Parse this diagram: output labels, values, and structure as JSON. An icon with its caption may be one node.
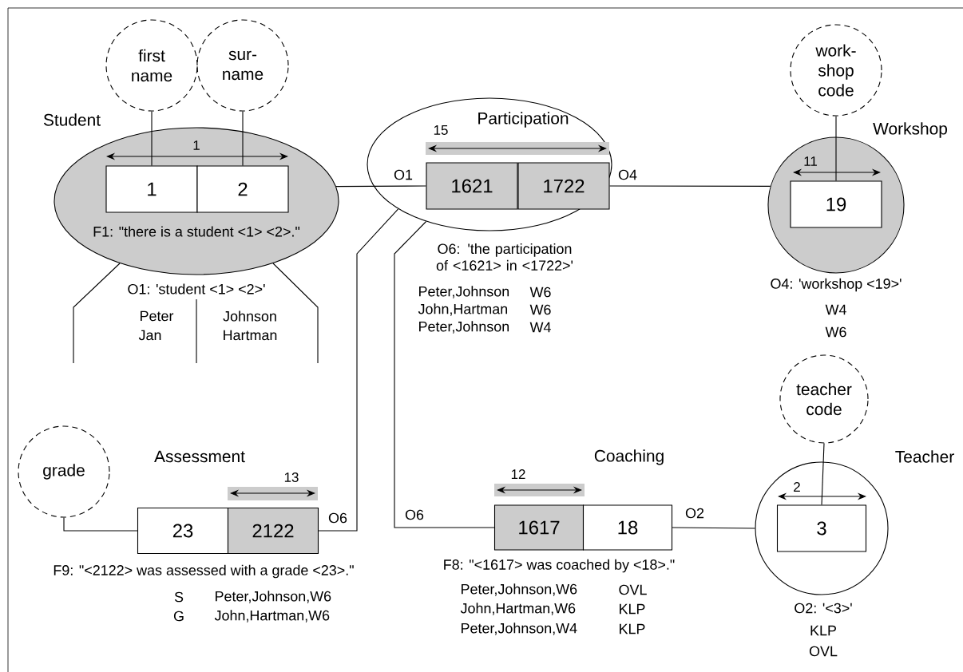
{
  "diagram": {
    "nodes": [
      {
        "text": [
          "Student",
          "F1: \"there is a student <1> <2>.\""
        ],
        "beside": [
          "O1: 'student <1> <2>'"
        ]
      },
      {
        "text": [
          "1"
        ],
        "in": 0
      },
      {
        "text": [
          "2"
        ],
        "in": 0
      },
      {
        "text": [
          "first name"
        ]
      },
      {
        "text": [
          "sur- name"
        ]
      },
      {
        "text": [
          "Participation"
        ],
        "beside": [
          "O6: 'the participation of <1621> in <1722>'"
        ]
      },
      {
        "text": [
          "1621"
        ],
        "in": 5
      },
      {
        "text": [
          "1722"
        ],
        "in": 5
      },
      {
        "text": [
          "Workshop"
        ],
        "beside": [
          "O4: 'workshop <19>'"
        ]
      },
      {
        "text": [
          "19"
        ],
        "in": 8
      },
      {
        "text": [
          "work- shop code"
        ]
      },
      {
        "text": [
          "grade"
        ]
      },
      {
        "text": [
          "23"
        ]
      },
      {
        "text": [
          "2122"
        ]
      },
      {
        "text": [
          "1617"
        ]
      },
      {
        "text": [
          "18"
        ]
      },
      {
        "text": [
          "Teacher"
        ],
        "beside": [
          "O2: '<3>'"
        ]
      },
      {
        "text": [
          "3"
        ],
        "in": 16
      },
      {
        "text": [
          "teacher code"
        ]
      }
    ],
    "edges": [
      {
        "from": 3,
        "to": 1,
        "arrow": "none"
      },
      {
        "from": 4,
        "to": 2,
        "arrow": "none"
      },
      {
        "from": 0,
        "to": 6,
        "arrow": "none",
        "label": "O1"
      },
      {
        "from": 7,
        "to": 8,
        "arrow": "none",
        "label": "O4"
      },
      {
        "from": 10,
        "to": 9,
        "arrow": "none"
      },
      {
        "from": 11,
        "to": 12,
        "arrow": "none"
      },
      {
        "from": 13,
        "to": 5,
        "arrow": "none",
        "label": "O6"
      },
      {
        "from": 14,
        "to": 5,
        "arrow": "none",
        "label": "O6"
      },
      {
        "from": 15,
        "to": 16,
        "arrow": "none",
        "label": "O2"
      },
      {
        "from": 18,
        "to": 17,
        "arrow": "none"
      }
    ],
    "labels": [
      "1",
      "15",
      "11",
      "Peter",
      "Johnson",
      "Jan",
      "Hartman",
      "Peter,Johnson",
      "W6",
      "John,Hartman",
      "W6",
      "Peter,Johnson",
      "W4",
      "W4",
      "W6",
      "Assessment",
      "Coaching",
      "13",
      "12",
      "2",
      "F9: \"<2122> was assessed with a grade <23>.\"",
      "S",
      "Peter,Johnson,W6",
      "G",
      "John,Hartman,W6",
      "F8: \"<1617> was coached by <18>.\"",
      "Peter,Johnson,W6",
      "OVL",
      "John,Hartman,W6",
      "KLP",
      "Peter,Johnson,W4",
      "KLP",
      "KLP",
      "OVL"
    ]
  }
}
